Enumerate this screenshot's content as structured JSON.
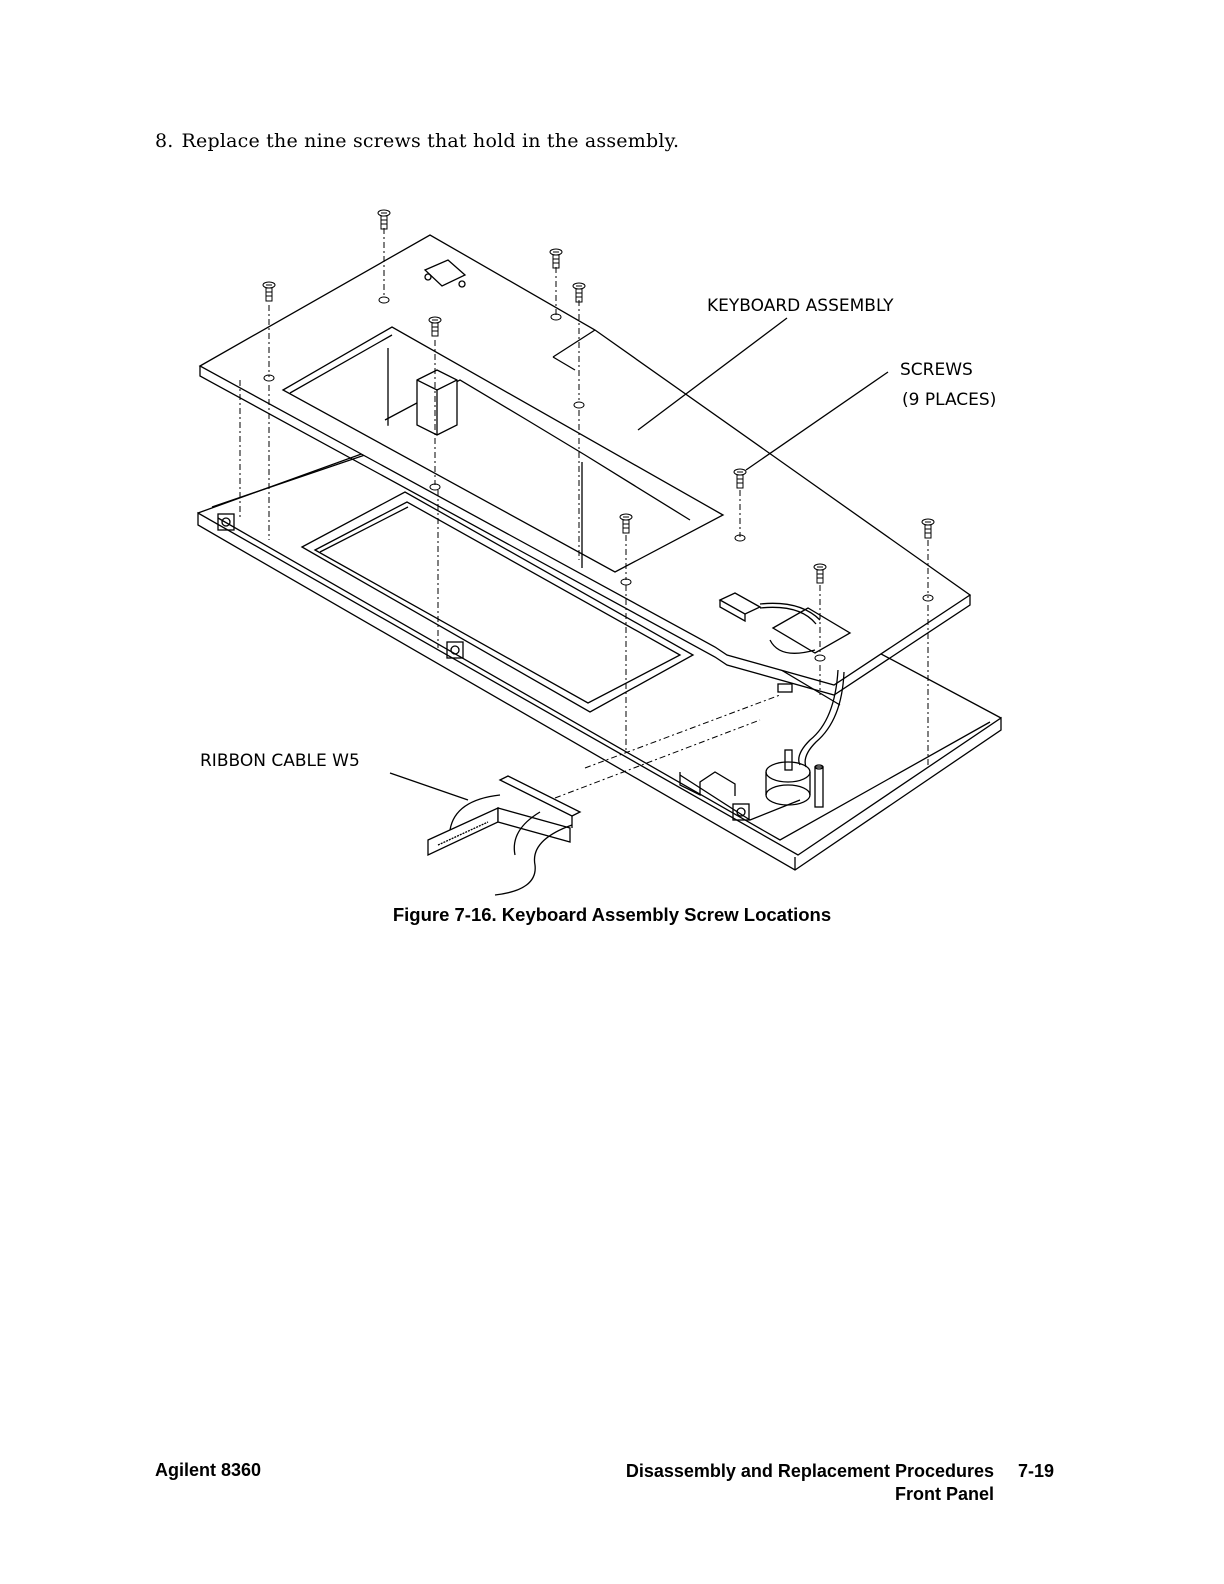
{
  "step": {
    "number": "8.",
    "text": "Replace the nine screws that hold in the assembly."
  },
  "figure": {
    "callouts": {
      "keyboard_assembly": "KEYBOARD  ASSEMBLY",
      "screws_line1": "SCREWS",
      "screws_line2": "(9  PLACES)",
      "ribbon_cable": "RIBBON  CABLE  W5"
    },
    "caption": "Figure 7-16. Keyboard Assembly Screw Locations"
  },
  "footer": {
    "left": "Agilent 8360",
    "section": "Disassembly and Replacement Procedures",
    "page": "7-19",
    "subsection": "Front Panel"
  }
}
